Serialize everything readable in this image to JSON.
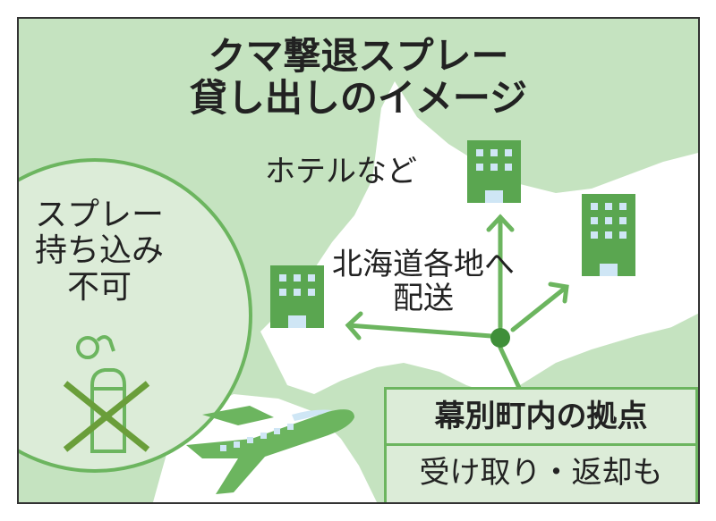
{
  "title": {
    "line1": "クマ撃退スプレー",
    "line2": "貸し出しのイメージ"
  },
  "labels": {
    "hotels": "ホテルなど",
    "delivery_line1": "北海道各地へ",
    "delivery_line2": "配送",
    "no_spray_line1": "スプレー",
    "no_spray_line2": "持ち込み",
    "no_spray_line3": "不可"
  },
  "base_box": {
    "heading": "幕別町内の拠点",
    "subtext": "受け取り・返却も"
  },
  "colors": {
    "sea": "#c5e3c0",
    "land": "#ffffff",
    "accent": "#6cb55f",
    "building": "#5aa650",
    "window": "#cfe6f5",
    "dot": "#3f8f39"
  }
}
